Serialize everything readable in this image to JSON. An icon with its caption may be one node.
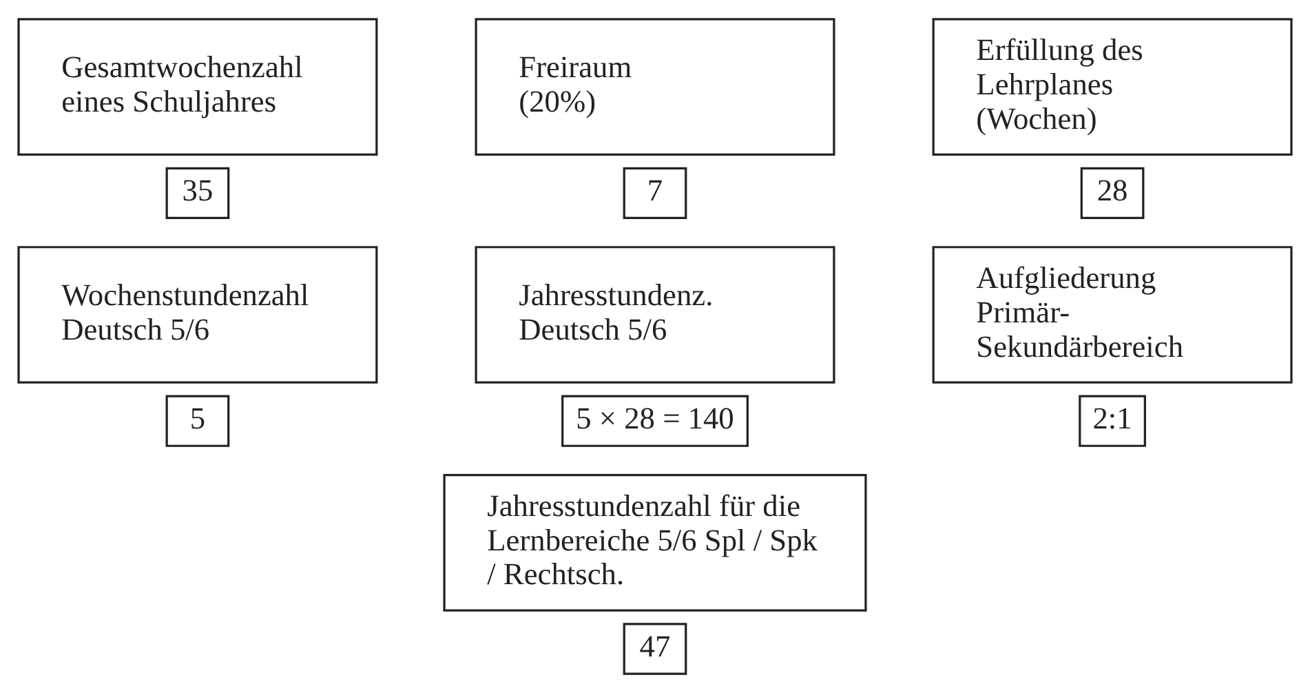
{
  "diagram": {
    "nodes": [
      {
        "text": [
          "Gesamtwochenzahl eines Schuljahres"
        ]
      },
      {
        "text": [
          "35"
        ]
      },
      {
        "text": [
          "Freiraum (20%)"
        ]
      },
      {
        "text": [
          "7"
        ]
      },
      {
        "text": [
          "Erfüllung des Lehrplanes (Wochen)"
        ]
      },
      {
        "text": [
          "28"
        ]
      },
      {
        "text": [
          "Wochenstundenzahl Deutsch 5/6"
        ]
      },
      {
        "text": [
          "5"
        ]
      },
      {
        "text": [
          "Jahresstundenz. Deutsch 5/6"
        ]
      },
      {
        "text": [
          "5 × 28 = 140"
        ]
      },
      {
        "text": [
          "Aufgliederung Primär-Sekundärbereich"
        ]
      },
      {
        "text": [
          "2:1"
        ]
      },
      {
        "text": [
          "Jahresstundenzahl für die Lernbereiche 5/6 Spl / Spk / Rechtsch."
        ]
      },
      {
        "text": [
          "47"
        ]
      }
    ]
  }
}
